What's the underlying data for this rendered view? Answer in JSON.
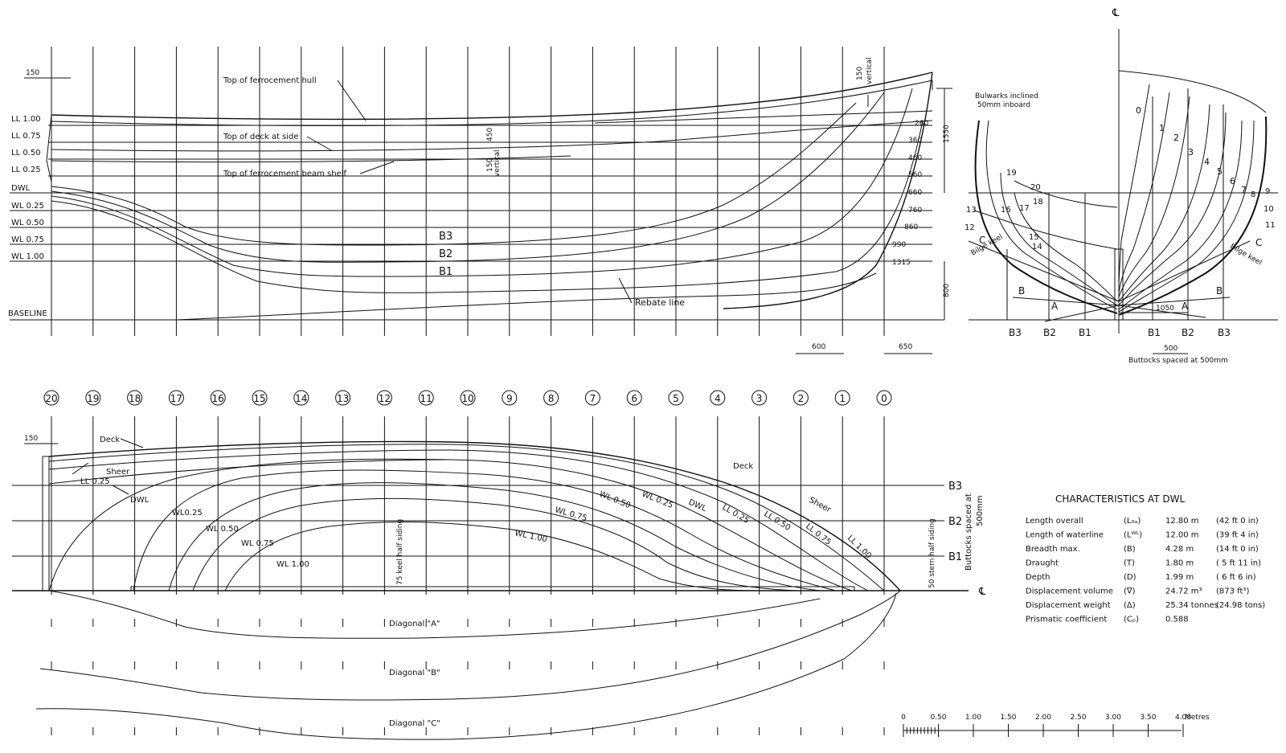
{
  "centerline_symbol": "℄",
  "stations": [
    "20",
    "19",
    "18",
    "17",
    "16",
    "15",
    "14",
    "13",
    "12",
    "11",
    "10",
    "9",
    "8",
    "7",
    "6",
    "5",
    "4",
    "3",
    "2",
    "1",
    "0"
  ],
  "profile": {
    "levels": [
      "LL 1.00",
      "LL 0.75",
      "LL 0.50",
      "LL 0.25",
      "DWL",
      "WL 0.25",
      "WL 0.50",
      "WL 0.75",
      "WL 1.00",
      "BASELINE"
    ],
    "offsets": [
      "260",
      "360",
      "460",
      "560",
      "660",
      "760",
      "860",
      "990",
      "1315"
    ],
    "labels": {
      "top_hull": "Top of ferrocement hull",
      "top_deck": "Top of deck at side",
      "beam_shelf": "Top of ferrocement beam shelf",
      "rebate": "Rebate line",
      "b3": "B3",
      "b2": "B2",
      "b1": "B1"
    },
    "dims": {
      "d150": "150",
      "d150_vertical_a": "150",
      "vertical": "vertical",
      "d450": "450",
      "d150_vertical_b": "150",
      "vertical_b": "vertical",
      "d1550": "1550",
      "d800": "800",
      "d600": "600",
      "d650": "650"
    }
  },
  "body_plan": {
    "note_line1": "Bulwarks inclined",
    "note_line2": "50mm inboard",
    "bilge_keel": "Bilge keel",
    "fwd_sections": [
      "0",
      "1",
      "2",
      "3",
      "4",
      "5",
      "6",
      "7",
      "8",
      "9",
      "10",
      "11"
    ],
    "aft_sections": [
      "13",
      "12",
      "16",
      "17",
      "15",
      "14",
      "19",
      "20",
      "18"
    ],
    "diag_letters": [
      "A",
      "B",
      "C"
    ],
    "buttock_labels": [
      "B3",
      "B2",
      "B1",
      "B1",
      "B2",
      "B3"
    ],
    "dim_1050": "1050",
    "dim_500": "500",
    "buttock_note": "Buttocks spaced at 500mm"
  },
  "half_breadth": {
    "labels": {
      "deck": "Deck",
      "sheer": "Sheer",
      "ll025": "LL 0.25",
      "dwl": "DWL",
      "wl025": "WL0.25",
      "wl050": "WL 0.50",
      "wl075": "WL 0.75",
      "wl100": "WL 1.00",
      "deck_fwd": "Deck",
      "sheer_fwd": "Sheer",
      "f_wl050": "WL 0.50",
      "f_wl025": "WL 0.25",
      "f_dwl": "DWL",
      "f_ll025": "LL 0.25",
      "f_ll050": "LL 0.50",
      "f_ll075": "LL 0.75",
      "f_ll100": "LL 1.00",
      "f_wl075": "WL 0.75",
      "f_wl100": "WL 1.00",
      "keel_siding": "75 keel half siding",
      "stern_siding": "50 stern half siding",
      "buttock_note_1": "Buttocks spaced at",
      "buttock_note_2": "500mm",
      "b3": "B3",
      "b2": "B2",
      "b1": "B1",
      "d150": "150"
    },
    "diagonals": [
      "Diagonal \"A\"",
      "Diagonal \"B\"",
      "Diagonal \"C\""
    ]
  },
  "characteristics": {
    "title": "CHARACTERISTICS AT DWL",
    "rows": [
      {
        "label": "Length overall",
        "symbol": "(L₀ₐ)",
        "metric": "12.80 m",
        "imperial": "(42 ft 0 in)"
      },
      {
        "label": "Length of waterline",
        "symbol": "(Lᵂᴸ)",
        "metric": "12.00 m",
        "imperial": "(39 ft 4 in)"
      },
      {
        "label": "Breadth max.",
        "symbol": "(B)",
        "metric": "4.28 m",
        "imperial": "(14 ft 0 in)"
      },
      {
        "label": "Draught",
        "symbol": "(T)",
        "metric": "1.80 m",
        "imperial": "( 5 ft 11 in)"
      },
      {
        "label": "Depth",
        "symbol": "(D)",
        "metric": "1.99 m",
        "imperial": "( 6 ft 6 in)"
      },
      {
        "label": "Displacement volume",
        "symbol": "(∇)",
        "metric": "24.72 m³",
        "imperial": "(873 ft³)"
      },
      {
        "label": "Displacement weight",
        "symbol": "(Δ)",
        "metric": "25.34 tonnes",
        "imperial": "(24.98 tons)"
      },
      {
        "label": "Prismatic coefficient",
        "symbol": "(Cₚ)",
        "metric": "0.588",
        "imperial": ""
      }
    ]
  },
  "scale": {
    "ticks": [
      "0",
      "0.50",
      "1.00",
      "1.50",
      "2.00",
      "2.50",
      "3.00",
      "3.50",
      "4.00"
    ],
    "unit": "Metres"
  }
}
